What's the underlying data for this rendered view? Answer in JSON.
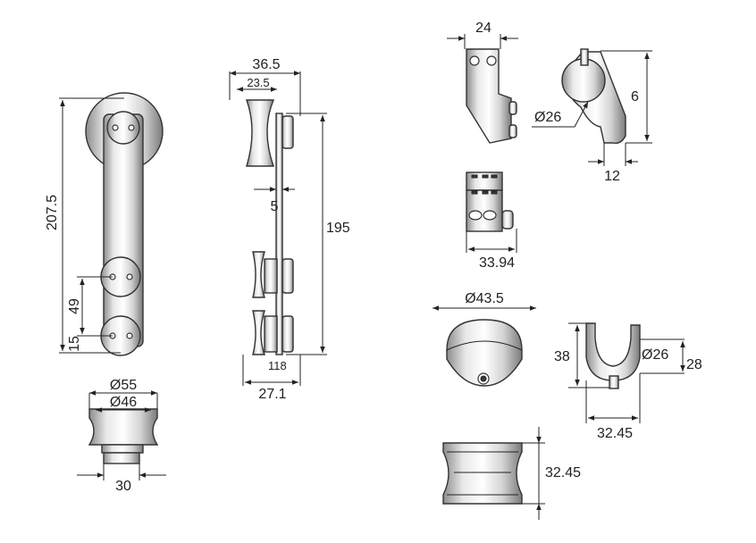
{
  "dimensions": {
    "front_height": "207.5",
    "front_49": "49",
    "front_15": "15",
    "wheel_d55": "Ø55",
    "wheel_d46": "Ø46",
    "wheel_30": "30",
    "side_36_5": "36.5",
    "side_23_5": "23.5",
    "side_5": "5",
    "side_195": "195",
    "side_118": "118",
    "side_27_1": "27.1",
    "bracket_24": "24",
    "clamp_d26": "Ø26",
    "clamp_6": "6",
    "clamp_12": "12",
    "block_33_94": "33.94",
    "stop_d43_5": "Ø43.5",
    "guide_38": "38",
    "guide_d26": "Ø26",
    "guide_28": "28",
    "guide_32_45": "32.45",
    "roller_32_45": "32.45"
  }
}
